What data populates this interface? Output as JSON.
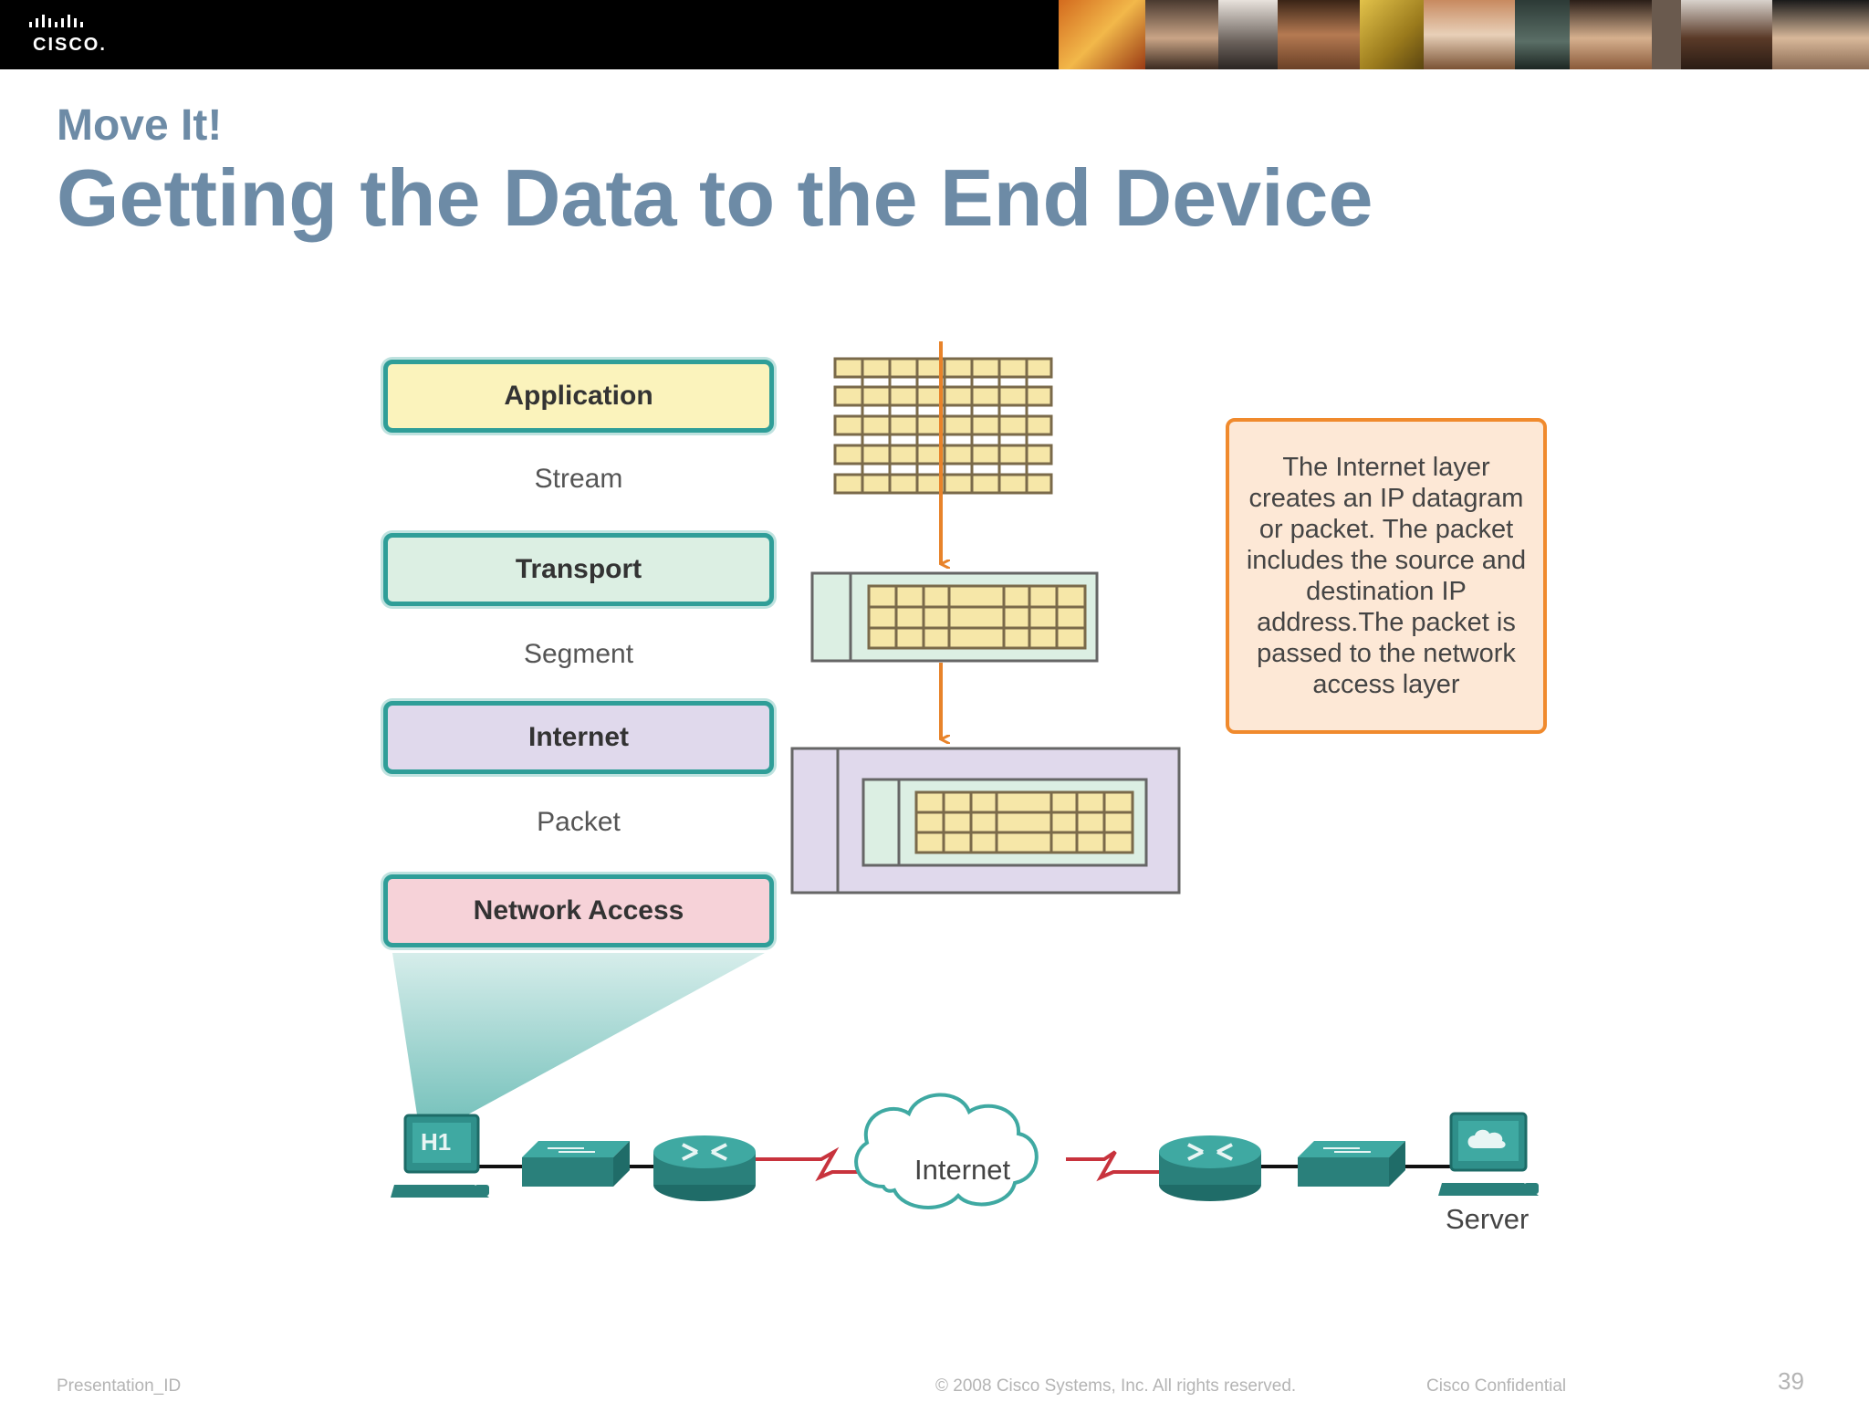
{
  "header": {
    "brand": "CISCO."
  },
  "slide": {
    "kicker": "Move It!",
    "title": "Getting the Data to the End Device"
  },
  "layers": [
    {
      "label": "Application",
      "pdu": "Stream"
    },
    {
      "label": "Transport",
      "pdu": "Segment"
    },
    {
      "label": "Internet",
      "pdu": "Packet"
    },
    {
      "label": "Network Access"
    }
  ],
  "callout": {
    "text": "The Internet layer creates an IP datagram or packet. The packet includes the source and destination IP address.The packet is passed to the network access layer"
  },
  "network": {
    "host_label": "H1",
    "cloud_label": "Internet",
    "server_label": "Server"
  },
  "footer": {
    "left": "Presentation_ID",
    "center": "© 2008 Cisco Systems, Inc. All rights reserved.",
    "right": "Cisco Confidential",
    "page": "39"
  },
  "colors": {
    "title": "#6d8ba6",
    "teal": "#2f9e98",
    "arrow": "#e8832a",
    "application": "#fbf3bc",
    "transport": "#dcefe3",
    "internet": "#e0d9ec",
    "network_access": "#f6d2d8"
  }
}
